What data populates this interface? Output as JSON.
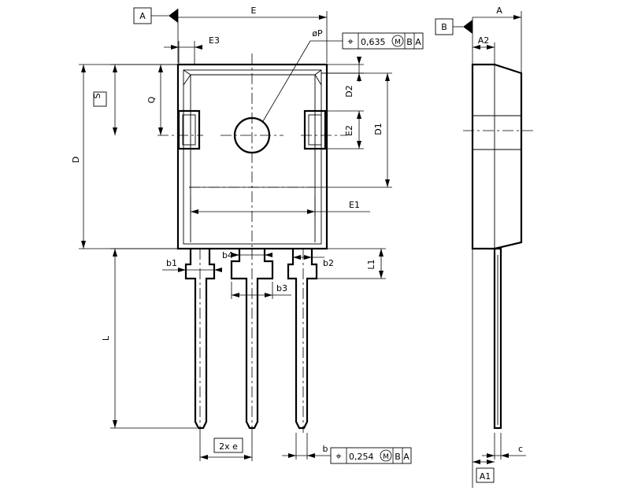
{
  "datums": {
    "a": "A",
    "b": "B"
  },
  "dimensions": {
    "E": "E",
    "E1": "E1",
    "E2": "E2",
    "E3": "E3",
    "D": "D",
    "D1": "D1",
    "D2": "D2",
    "S": "S",
    "Q": "Q",
    "P": "øP",
    "b": "b",
    "b1": "b1",
    "b2": "b2",
    "b3": "b3",
    "b4": "b4",
    "L": "L",
    "L1": "L1",
    "e": "2x e",
    "A": "A",
    "A1": "A1",
    "A2": "A2",
    "c": "c"
  },
  "tolerance_frames": {
    "hole": {
      "symbol": "⌖",
      "value": "0,635",
      "modifier": "M",
      "datum1": "B",
      "datum2": "A"
    },
    "leads": {
      "symbol": "⌖",
      "value": "0,254",
      "modifier": "M",
      "datum1": "B",
      "datum2": "A"
    }
  }
}
